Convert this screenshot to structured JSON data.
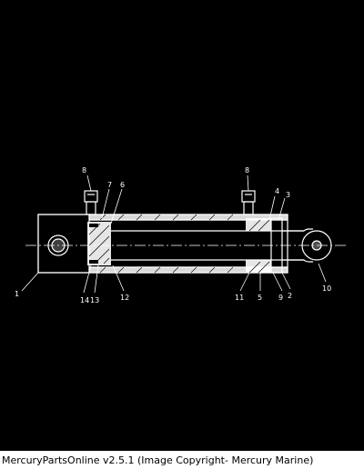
{
  "diagram": {
    "colors": {
      "background": "#000000",
      "ink": "#ffffff"
    },
    "callouts": [
      "1",
      "2",
      "3",
      "4",
      "5",
      "6",
      "7",
      "8",
      "8",
      "9",
      "10",
      "11",
      "12",
      "13",
      "14"
    ]
  },
  "footer": {
    "caption": "MercuryPartsOnline v2.5.1 (Image Copyright- Mercury Marine)"
  }
}
